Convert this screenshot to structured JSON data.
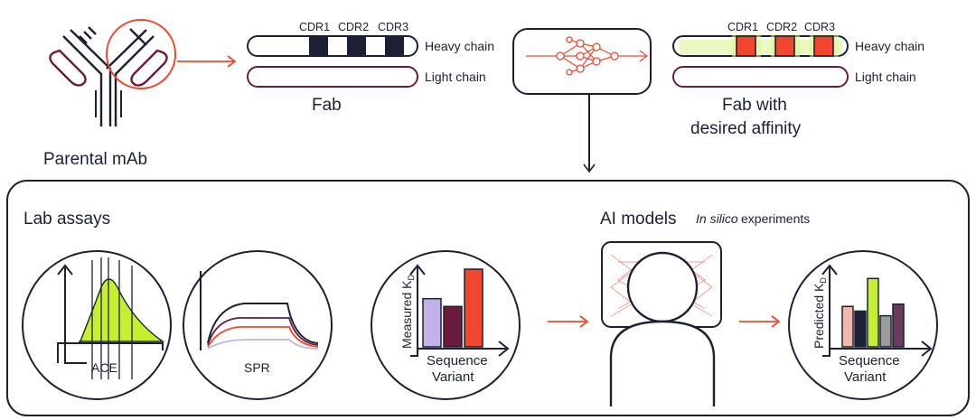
{
  "top": {
    "parental_label": "Parental mAb",
    "fab_label": "Fab",
    "cdr_labels": [
      "CDR1",
      "CDR2",
      "CDR3"
    ],
    "heavy_chain_label": "Heavy chain",
    "light_chain_label": "Light chain",
    "fab_desired_line1": "Fab with",
    "fab_desired_line2": "desired affinity"
  },
  "lab": {
    "title": "Lab assays",
    "ace_label": "ACE",
    "spr_label": "SPR",
    "y_axis_label": "Measured K",
    "y_axis_sub": "D",
    "x_label_line1": "Sequence",
    "x_label_line2": "Variant",
    "bar_colors": [
      "#c3b1ea",
      "#6b1b3a",
      "#f0472e"
    ],
    "bar_values": [
      0.62,
      0.52,
      1.0
    ]
  },
  "ai": {
    "title": "AI models",
    "subtitle": "In silico",
    "subtitle_rest": "experiments",
    "y_axis_label": "Predicted K",
    "y_axis_sub": "D",
    "x_label_line1": "Sequence",
    "x_label_line2": "Variant",
    "bar_colors": [
      "#f2b8ac",
      "#1b2035",
      "#c6f02f",
      "#9b9b9b",
      "#6b3a5c"
    ],
    "bar_values": [
      0.52,
      0.46,
      0.88,
      0.4,
      0.55
    ]
  },
  "colors": {
    "navy": "#1b2035",
    "maroon": "#6b1b3a",
    "accent": "#f0472e",
    "lime": "#c6f02f",
    "lavender": "#c3b1ea"
  }
}
